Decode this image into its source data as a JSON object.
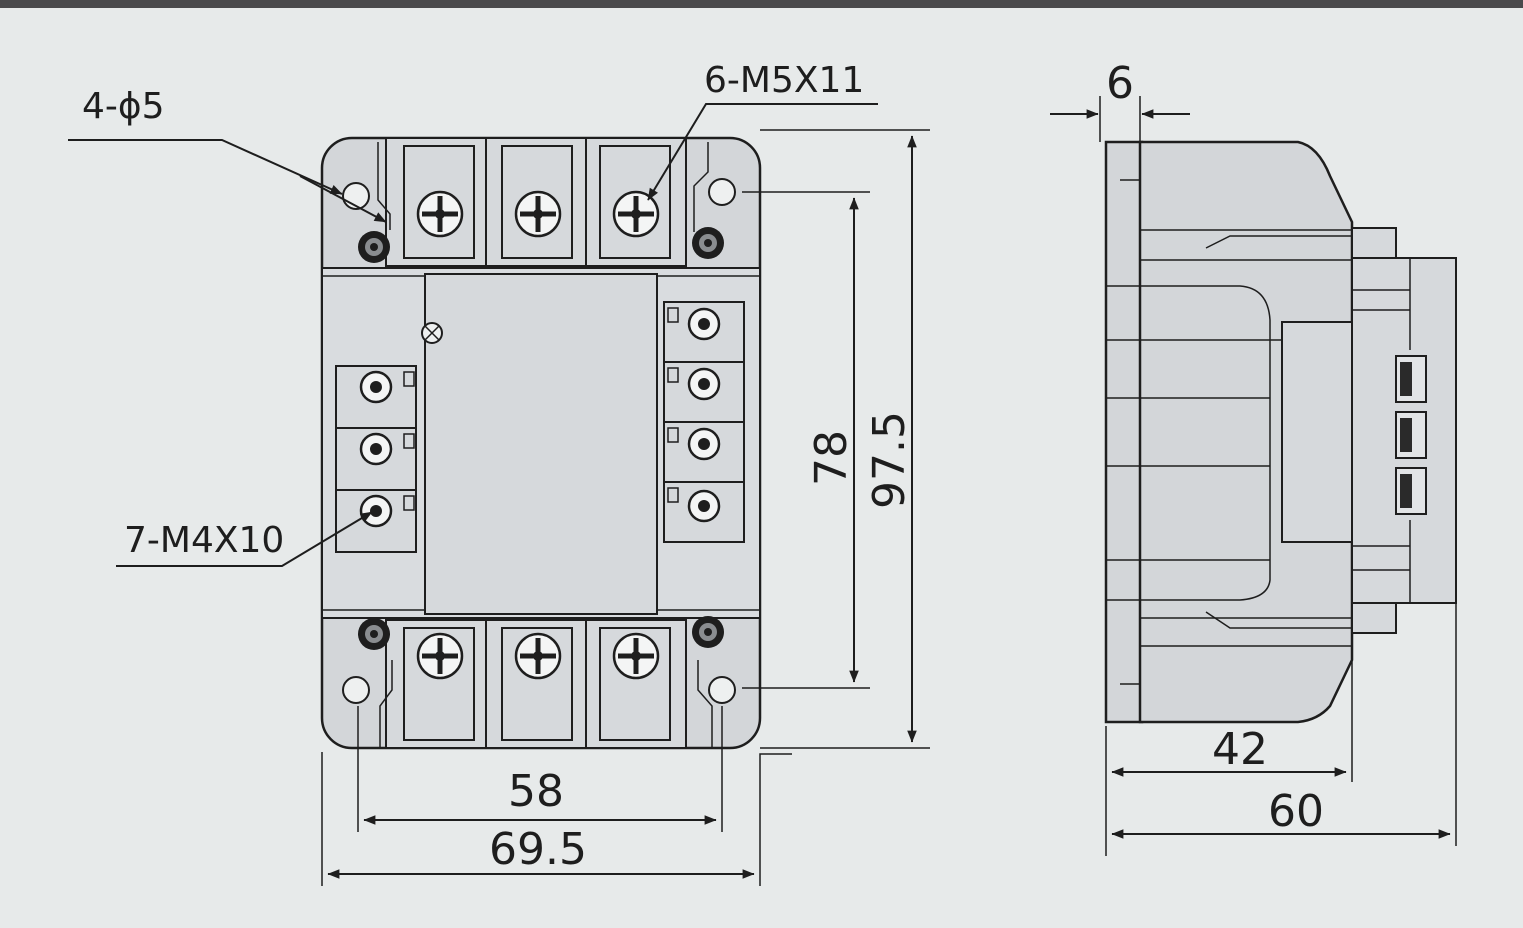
{
  "callouts": {
    "mount_holes": "4-ϕ5",
    "main_screws": "6-M5X11",
    "signal_screws": "7-M4X10"
  },
  "dimensions": {
    "width_outer": "69.5",
    "width_holes": "58",
    "height_holes": "78",
    "height_outer": "97.5",
    "depth_flange": "6",
    "depth_body": "42",
    "depth_total": "60"
  },
  "colors": {
    "background": "#e7eaea",
    "line": "#1e1e1e",
    "body": "#d3d6d9"
  }
}
